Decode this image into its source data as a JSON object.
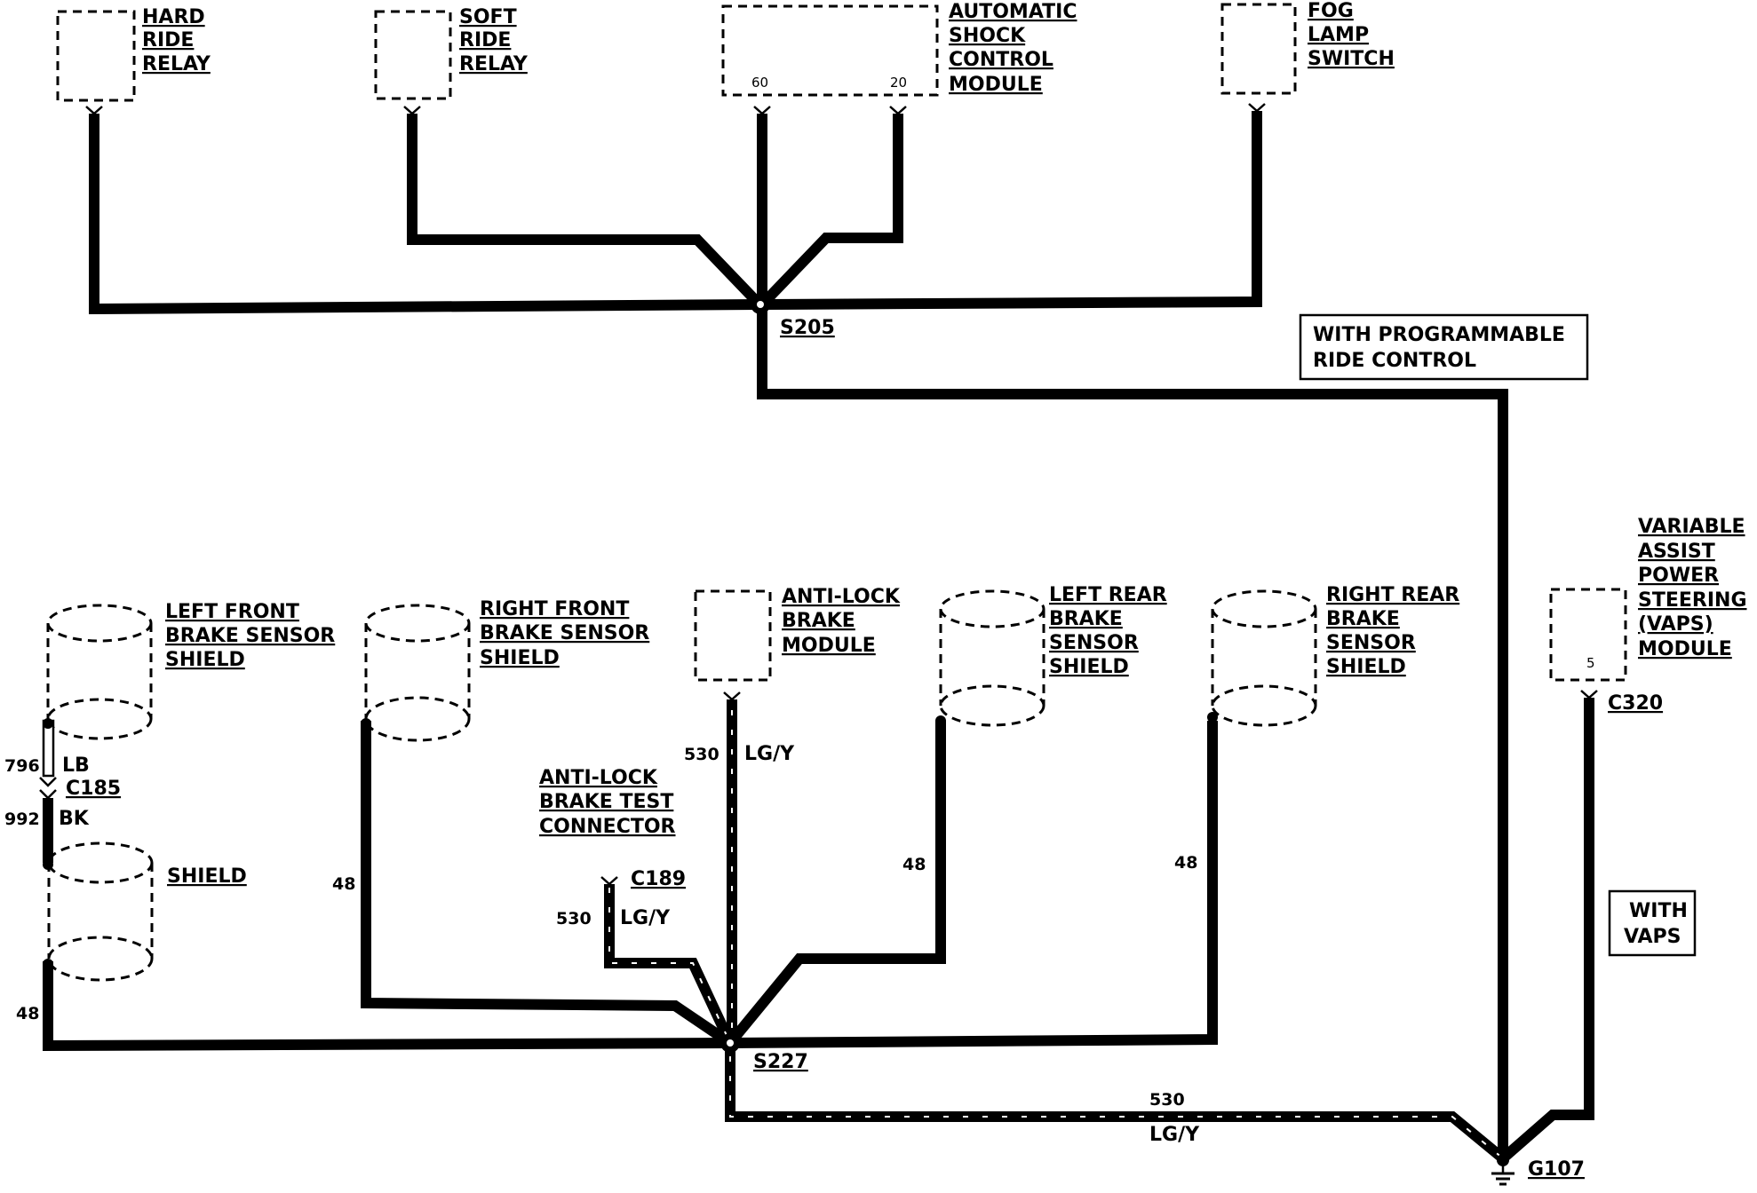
{
  "components": {
    "hard_ride_relay": [
      "HARD",
      "RIDE",
      "RELAY"
    ],
    "soft_ride_relay": [
      "SOFT",
      "RIDE",
      "RELAY"
    ],
    "auto_shock_module": [
      "AUTOMATIC",
      "SHOCK",
      "CONTROL",
      "MODULE"
    ],
    "auto_shock_pins": [
      "60",
      "20"
    ],
    "fog_lamp_switch": [
      "FOG",
      "LAMP",
      "SWITCH"
    ],
    "left_front_shield": [
      "LEFT FRONT",
      "BRAKE SENSOR",
      "SHIELD"
    ],
    "right_front_shield": [
      "RIGHT FRONT",
      "BRAKE SENSOR",
      "SHIELD"
    ],
    "abs_module": [
      "ANTI-LOCK",
      "BRAKE",
      "MODULE"
    ],
    "left_rear_shield": [
      "LEFT REAR",
      "BRAKE",
      "SENSOR",
      "SHIELD"
    ],
    "right_rear_shield": [
      "RIGHT REAR",
      "BRAKE",
      "SENSOR",
      "SHIELD"
    ],
    "vaps_module": [
      "VARIABLE",
      "ASSIST",
      "POWER",
      "STEERING",
      "(VAPS)",
      "MODULE"
    ],
    "vaps_pin": "5",
    "shield": "SHIELD",
    "abs_test_connector": [
      "ANTI-LOCK",
      "BRAKE TEST",
      "CONNECTOR"
    ]
  },
  "splices": {
    "s205": "S205",
    "s227": "S227"
  },
  "ground": "G107",
  "connectors": {
    "c185": "C185",
    "c189": "C189",
    "c320": "C320"
  },
  "notes": {
    "programmable": [
      "WITH PROGRAMMABLE",
      "RIDE CONTROL"
    ],
    "vaps": [
      "WITH",
      "VAPS"
    ]
  },
  "wires": {
    "w796": "796",
    "lb": "LB",
    "w992": "992",
    "bk": "BK",
    "w48": "48",
    "w530": "530",
    "lgy": "LG/Y"
  }
}
